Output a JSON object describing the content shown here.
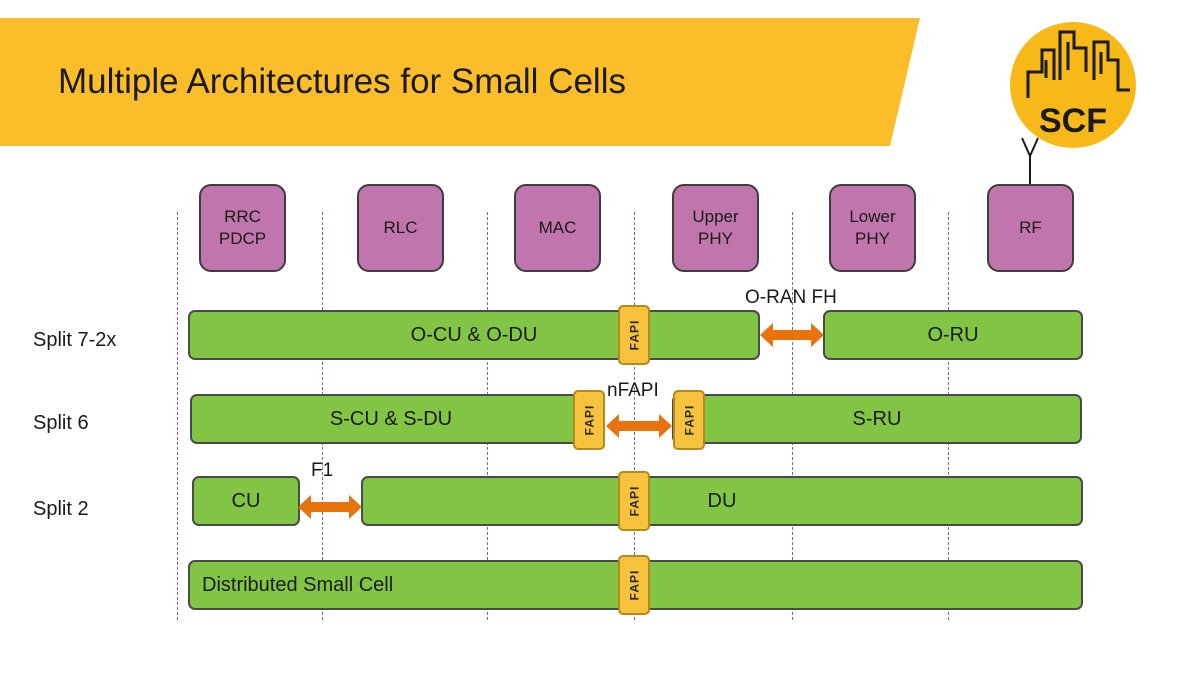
{
  "title": "Multiple Architectures for Small Cells",
  "logo": {
    "text": "SCF"
  },
  "layers": [
    {
      "label": "RRC\nPDCP"
    },
    {
      "label": "RLC"
    },
    {
      "label": "MAC"
    },
    {
      "label": "Upper\nPHY"
    },
    {
      "label": "Lower\nPHY"
    },
    {
      "label": "RF"
    }
  ],
  "rows": [
    {
      "label": "Split 7-2x",
      "left_block": "O-CU & O-DU",
      "right_block": "O-RU",
      "interface": "O-RAN FH"
    },
    {
      "label": "Split 6",
      "left_block": "S-CU & S-DU",
      "right_block": "S-RU",
      "interface": "nFAPI"
    },
    {
      "label": "Split 2",
      "left_block": "CU",
      "right_block": "DU",
      "interface": "F1"
    },
    {
      "label": "",
      "block": "Distributed Small Cell"
    }
  ],
  "fapi_label": "FAPI",
  "colors": {
    "banner": "#fbbd2a",
    "layer_block": "#c175ad",
    "green_block": "#82c545",
    "fapi_block": "#f7c33d",
    "arrow": "#e8720c",
    "divider": "#a05a7a"
  }
}
